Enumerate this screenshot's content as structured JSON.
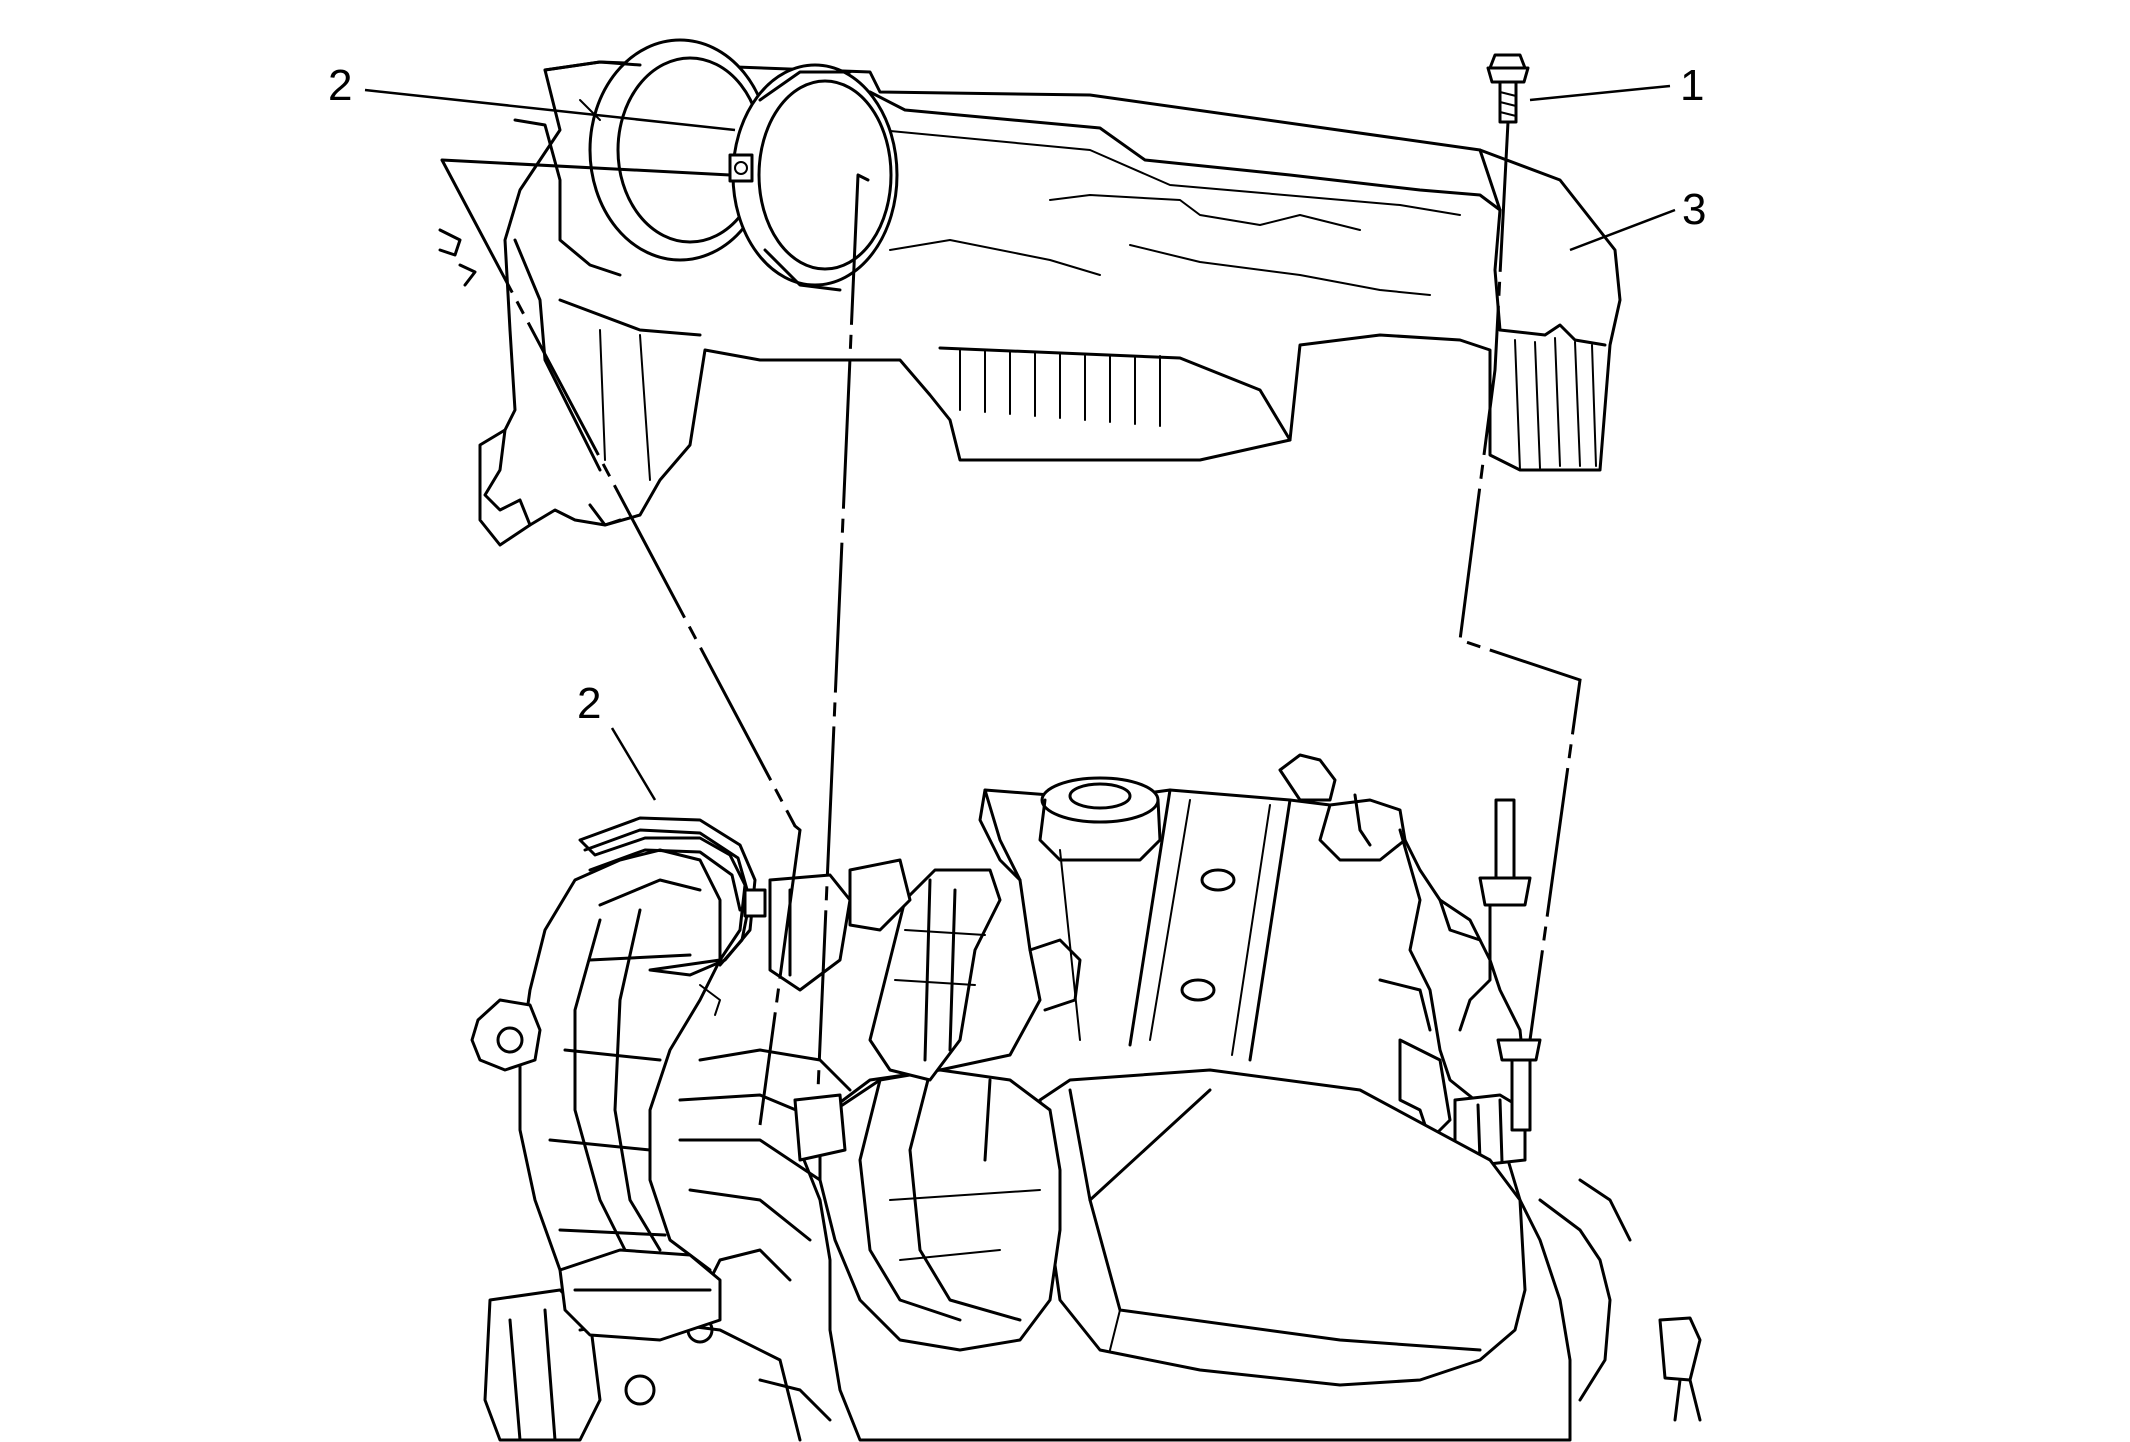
{
  "callouts": [
    {
      "id": "callout-1",
      "label": "1"
    },
    {
      "id": "callout-2-upper",
      "label": "2"
    },
    {
      "id": "callout-2-lower",
      "label": "2"
    },
    {
      "id": "callout-3",
      "label": "3"
    }
  ],
  "colors": {
    "line": "#000000",
    "background": "#ffffff"
  }
}
